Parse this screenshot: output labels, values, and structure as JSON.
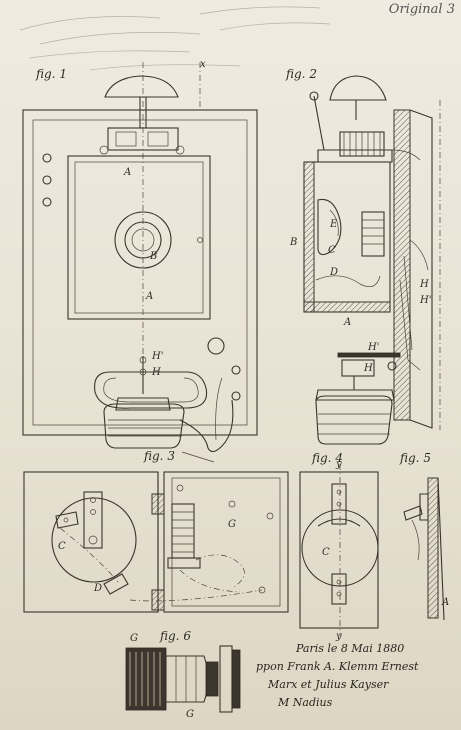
{
  "document": {
    "stamp": "Original 3",
    "figure_labels": {
      "fig1": "fig. 1",
      "fig2": "fig. 2",
      "fig3": "fig. 3",
      "fig4": "fig. 4",
      "fig5": "fig. 5",
      "fig6": "fig. 6"
    },
    "part_labels": {
      "A": "A",
      "B": "B",
      "C": "C",
      "D": "D",
      "E": "E",
      "G": "G",
      "H": "H",
      "H1": "H'",
      "y": "y",
      "x": "x"
    },
    "signature": {
      "line1": "Paris le 8 Mai 1880",
      "line2": "ppon Frank A. Klemm Ernest",
      "line3": "Marx et Julius Kayser",
      "line4": "M Nadius"
    }
  }
}
